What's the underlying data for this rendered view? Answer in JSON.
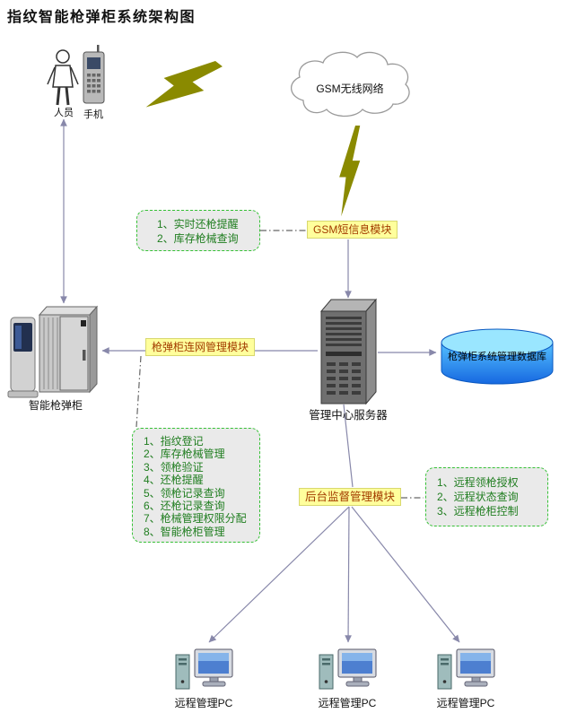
{
  "title": "指纹智能枪弹柜系统架构图",
  "actors": {
    "person": "人员",
    "phone": "手机"
  },
  "cloud": {
    "label": "GSM无线网络"
  },
  "modules": {
    "gsm_sms": "GSM短信息模块",
    "cabinet_network": "枪弹柜连网管理模块",
    "backend_supervision": "后台监督管理模块"
  },
  "nodes": {
    "cabinet": "智能枪弹柜",
    "server": "管理中心服务器",
    "database": "枪弹柜系统管理数据库",
    "pcs": [
      "远程管理PC",
      "远程管理PC",
      "远程管理PC"
    ]
  },
  "notes": {
    "sms": [
      "1、实时还枪提醒",
      "2、库存枪械查询"
    ],
    "cabinet": [
      "1、指纹登记",
      "2、库存枪械管理",
      "3、领枪验证",
      "4、还枪提醒",
      "5、领枪记录查询",
      "6、还枪记录查询",
      "7、枪械管理权限分配",
      "8、智能枪柜管理"
    ],
    "remote": [
      "1、远程领枪授权",
      "2、远程状态查询",
      "3、远程枪柜控制"
    ]
  },
  "colors": {
    "module_bg": "#ffff9c",
    "module_text": "#a33c00",
    "note_border": "#35c135",
    "note_text": "#1f7d1f",
    "connector": "#8888aa",
    "lightning": "#8a8a00",
    "database_body": "#1668e0",
    "database_top": "#9ae6ff"
  }
}
